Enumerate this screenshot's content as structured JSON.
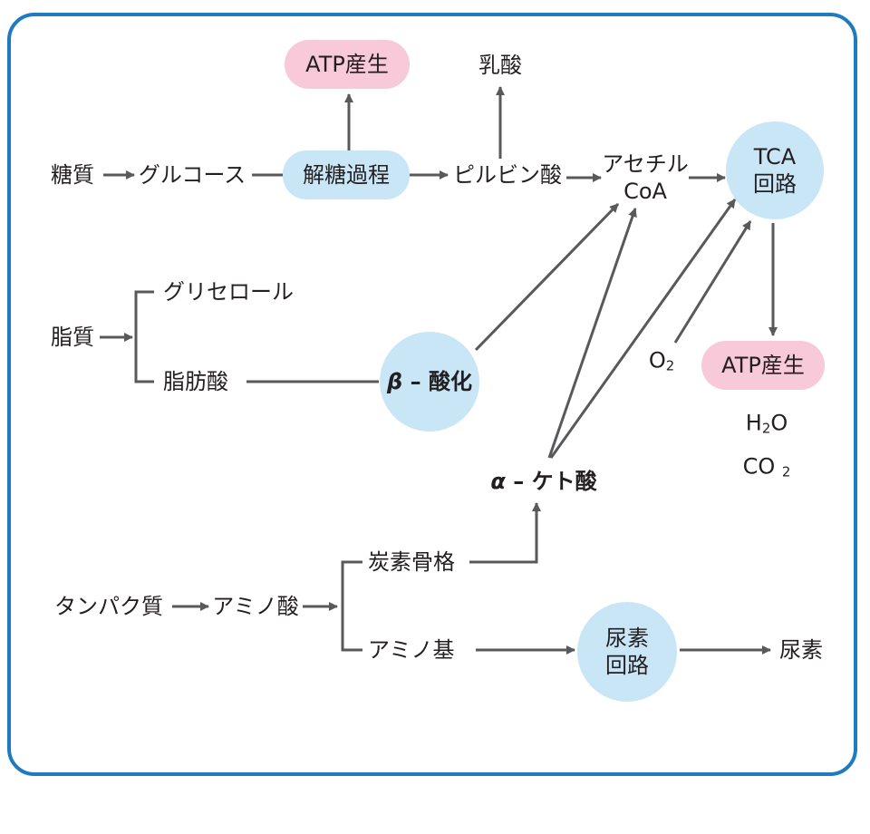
{
  "nodes": {
    "carbohydrate": "糖質",
    "glucose": "グルコース",
    "glycolysis": "解糖過程",
    "atp_top": "ATP産生",
    "pyruvate": "ピルビン酸",
    "lactate": "乳酸",
    "acetyl_line1": "アセチル",
    "acetyl_line2": "CoA",
    "tca_line1": "TCA",
    "tca_line2": "回路",
    "lipid": "脂質",
    "glycerol": "グリセロール",
    "fatty_acid": "脂肪酸",
    "beta_symbol": "β",
    "beta_text": "酸化",
    "alpha_symbol": "α",
    "alpha_text": "ケト酸",
    "oxygen": "O",
    "oxygen_sub": "2",
    "atp_right": "ATP産生",
    "water_h": "H",
    "water_sub": "2",
    "water_o": "O",
    "co2_c": "CO",
    "co2_sub": "2",
    "carbon_skeleton": "炭素骨格",
    "protein": "タンパク質",
    "amino_acid": "アミノ酸",
    "amino_group": "アミノ基",
    "urea_cycle_line1": "尿素",
    "urea_cycle_line2": "回路",
    "urea": "尿素"
  },
  "colors": {
    "frame": "#1f7bbf",
    "arrow": "#58595b",
    "pink_fill": "#f7c9d9",
    "blue_fill": "#c9e6f7"
  }
}
